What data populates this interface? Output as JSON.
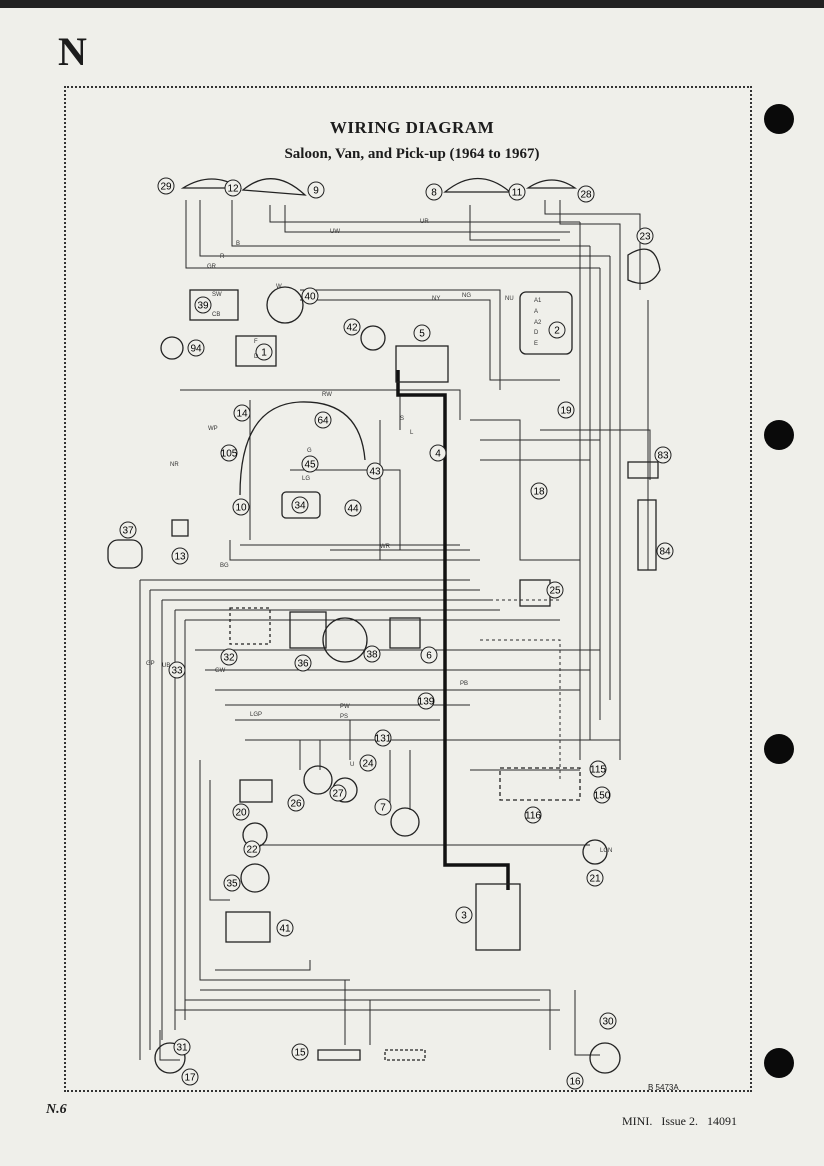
{
  "page": {
    "section_letter": "N",
    "title": "WIRING DIAGRAM",
    "subtitle": "Saloon, Van, and Pick-up (1964 to 1967)",
    "page_number": "N.6",
    "footer": {
      "model": "MINI.",
      "issue": "Issue 2.",
      "code": "14091"
    },
    "drawing_ref": "B 5473A"
  },
  "diagram": {
    "components": [
      {
        "number": "29"
      },
      {
        "number": "12"
      },
      {
        "number": "9"
      },
      {
        "number": "8"
      },
      {
        "number": "11"
      },
      {
        "number": "28"
      },
      {
        "number": "23"
      },
      {
        "number": "39"
      },
      {
        "number": "40"
      },
      {
        "number": "2"
      },
      {
        "number": "94"
      },
      {
        "number": "1"
      },
      {
        "number": "42"
      },
      {
        "number": "5"
      },
      {
        "number": "14"
      },
      {
        "number": "64"
      },
      {
        "number": "19"
      },
      {
        "number": "105"
      },
      {
        "number": "45"
      },
      {
        "number": "43"
      },
      {
        "number": "4"
      },
      {
        "number": "83"
      },
      {
        "number": "10"
      },
      {
        "number": "34"
      },
      {
        "number": "44"
      },
      {
        "number": "18"
      },
      {
        "number": "37"
      },
      {
        "number": "13"
      },
      {
        "number": "84"
      },
      {
        "number": "25"
      },
      {
        "number": "33"
      },
      {
        "number": "32"
      },
      {
        "number": "36"
      },
      {
        "number": "38"
      },
      {
        "number": "6"
      },
      {
        "number": "139"
      },
      {
        "number": "131"
      },
      {
        "number": "24"
      },
      {
        "number": "115"
      },
      {
        "number": "20"
      },
      {
        "number": "26"
      },
      {
        "number": "27"
      },
      {
        "number": "7"
      },
      {
        "number": "150"
      },
      {
        "number": "116"
      },
      {
        "number": "22"
      },
      {
        "number": "21"
      },
      {
        "number": "35"
      },
      {
        "number": "3"
      },
      {
        "number": "41"
      },
      {
        "number": "31"
      },
      {
        "number": "30"
      },
      {
        "number": "17"
      },
      {
        "number": "16"
      },
      {
        "number": "15"
      }
    ],
    "wire_codes": [
      "UR",
      "UW",
      "B",
      "R",
      "GR",
      "W",
      "NG",
      "NY",
      "NU",
      "G",
      "LG",
      "RW",
      "WP",
      "NR",
      "WR",
      "BG",
      "GP",
      "GW",
      "LGP",
      "PW",
      "LGN",
      "PB",
      "PS",
      "U",
      "UB"
    ],
    "terminal_labels": [
      "A1",
      "A",
      "A2",
      "D",
      "E",
      "SW",
      "CB",
      "F",
      "D",
      "S",
      "L"
    ]
  }
}
